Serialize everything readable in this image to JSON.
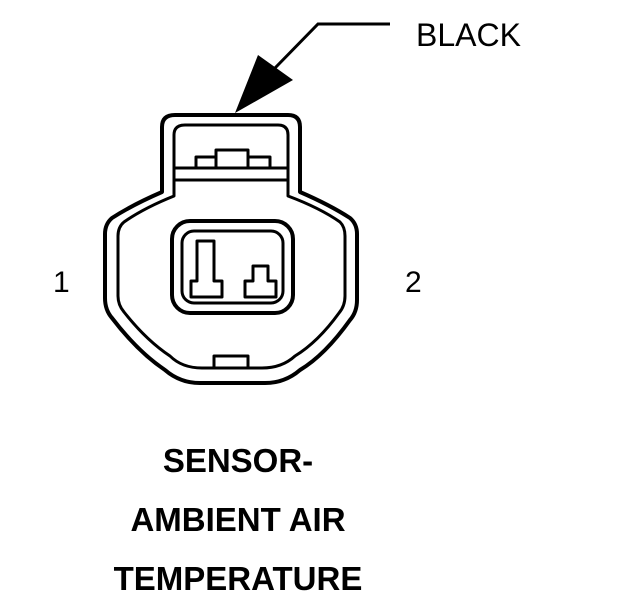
{
  "connector": {
    "wire_color": "BLACK",
    "pins": [
      {
        "number": "1"
      },
      {
        "number": "2"
      }
    ]
  },
  "title": {
    "lines": [
      "SENSOR-",
      "AMBIENT AIR",
      "TEMPERATURE"
    ]
  }
}
